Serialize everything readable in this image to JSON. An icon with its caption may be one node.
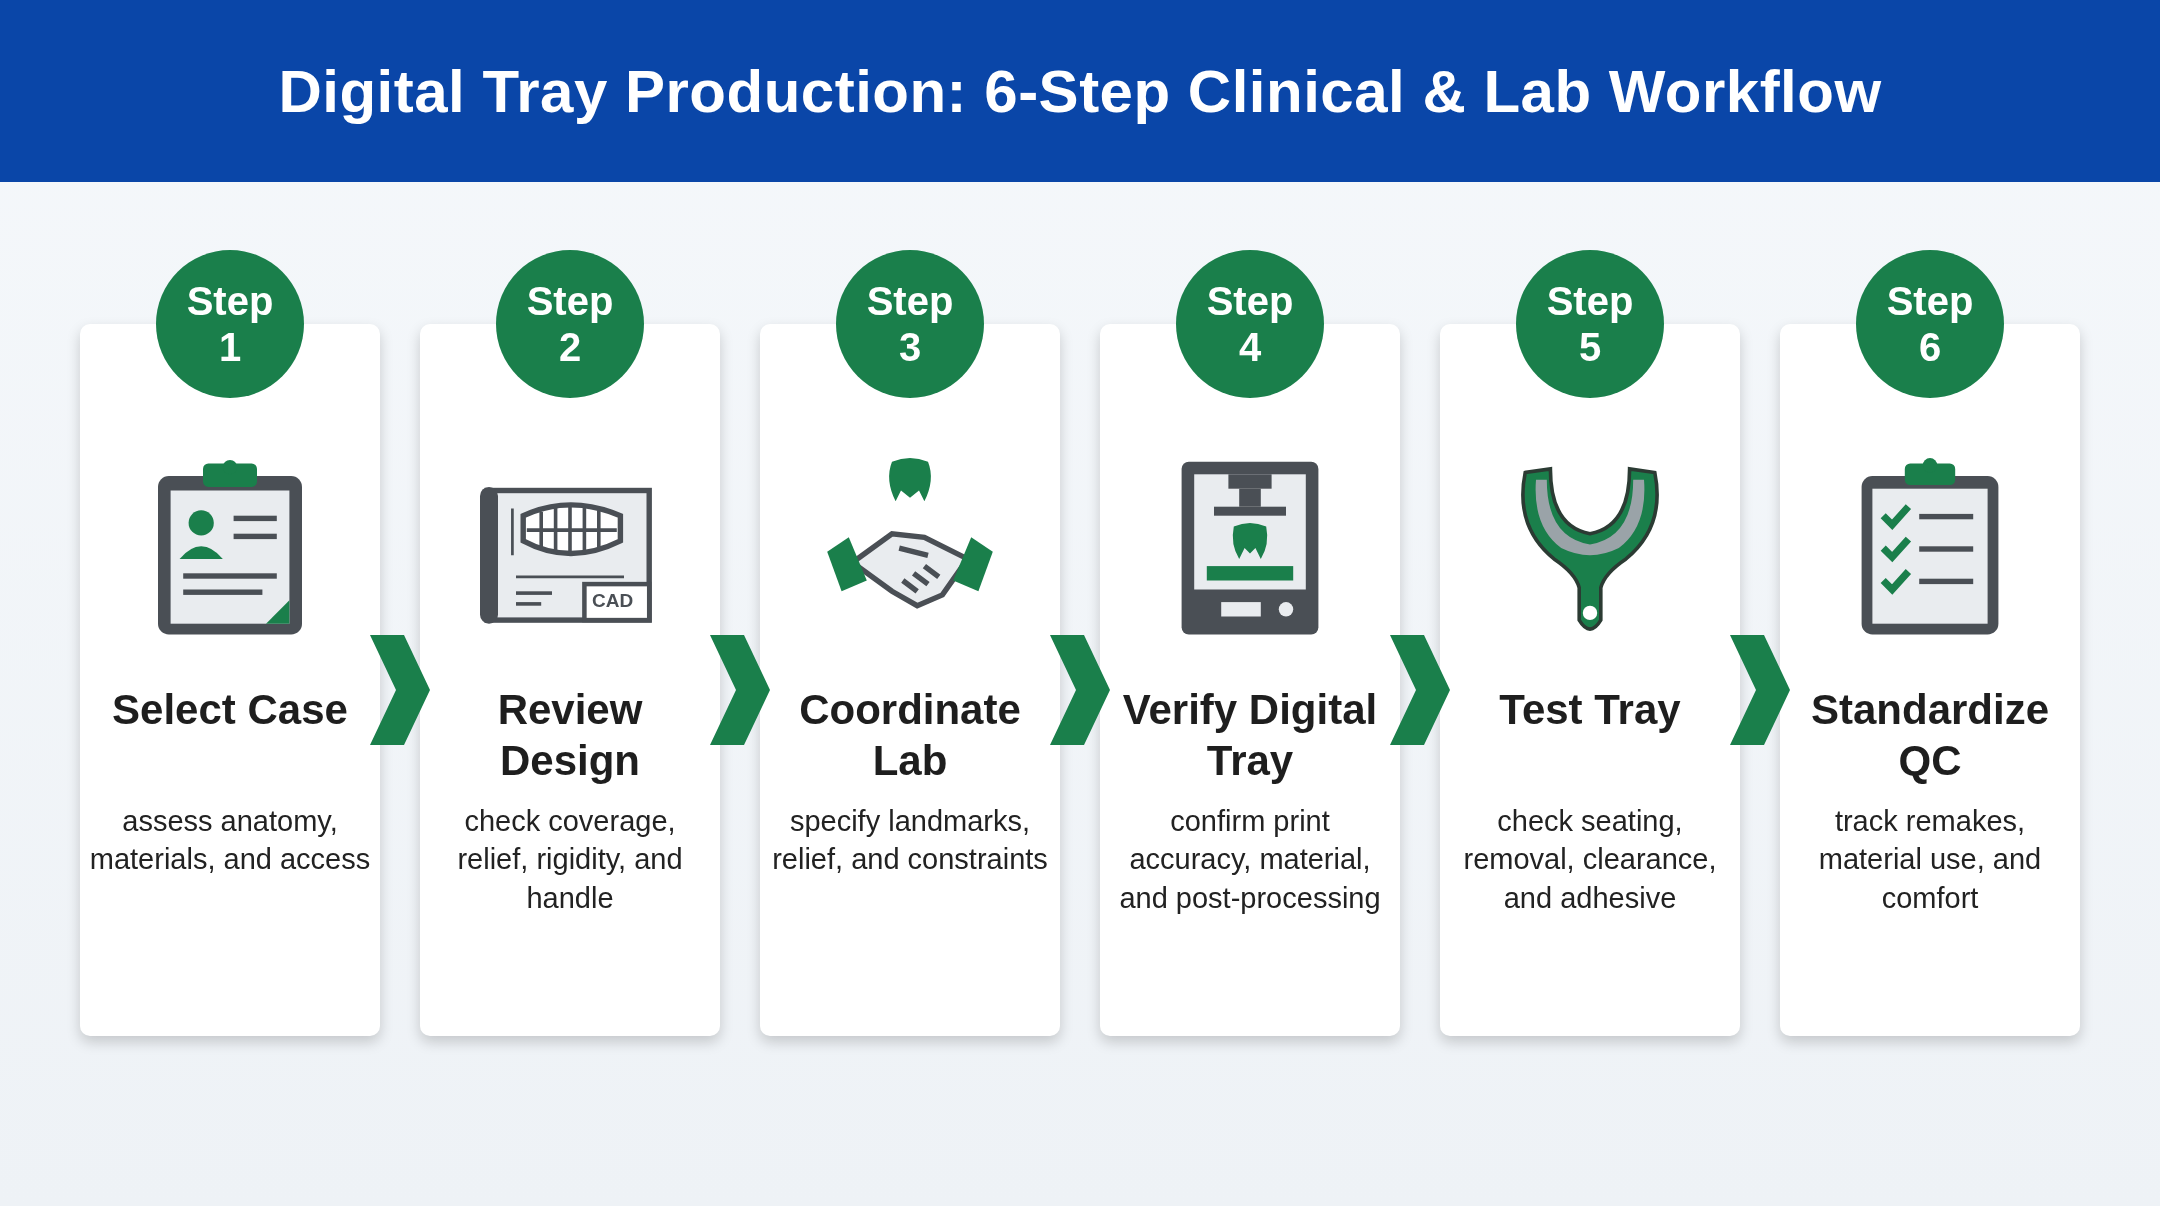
{
  "diagram": {
    "title": "Digital Tray Production: 6-Step Clinical & Lab Workflow",
    "nodes": [
      {
        "text": [
          "Step 1"
        ]
      },
      {
        "text": [
          "Select Case",
          "assess anatomy, materials, and access"
        ]
      },
      {
        "text": [
          "Step 2"
        ]
      },
      {
        "text": [
          "Review Design",
          "check coverage, relief, rigidity, and handle"
        ]
      },
      {
        "text": [
          "Step 3"
        ]
      },
      {
        "text": [
          "Coordinate Lab",
          "specify landmarks, relief, and constraints"
        ]
      },
      {
        "text": [
          "Step 4"
        ]
      },
      {
        "text": [
          "Verify Digital Tray",
          "confirm print accuracy, material, and post-processing"
        ]
      },
      {
        "text": [
          "Step 5"
        ]
      },
      {
        "text": [
          "Test Tray",
          "check seating, removal, clearance, and adhesive"
        ]
      },
      {
        "text": [
          "Step 6"
        ]
      },
      {
        "text": [
          "Standardize QC",
          "track remakes, material use, and comfort"
        ]
      }
    ],
    "edges": [
      {
        "from": 1,
        "to": 3,
        "arrow": "to"
      },
      {
        "from": 3,
        "to": 5,
        "arrow": "to"
      },
      {
        "from": 5,
        "to": 7,
        "arrow": "to"
      },
      {
        "from": 7,
        "to": 9,
        "arrow": "to"
      },
      {
        "from": 9,
        "to": 11,
        "arrow": "to"
      }
    ],
    "labels": [
      "CAD"
    ]
  }
}
